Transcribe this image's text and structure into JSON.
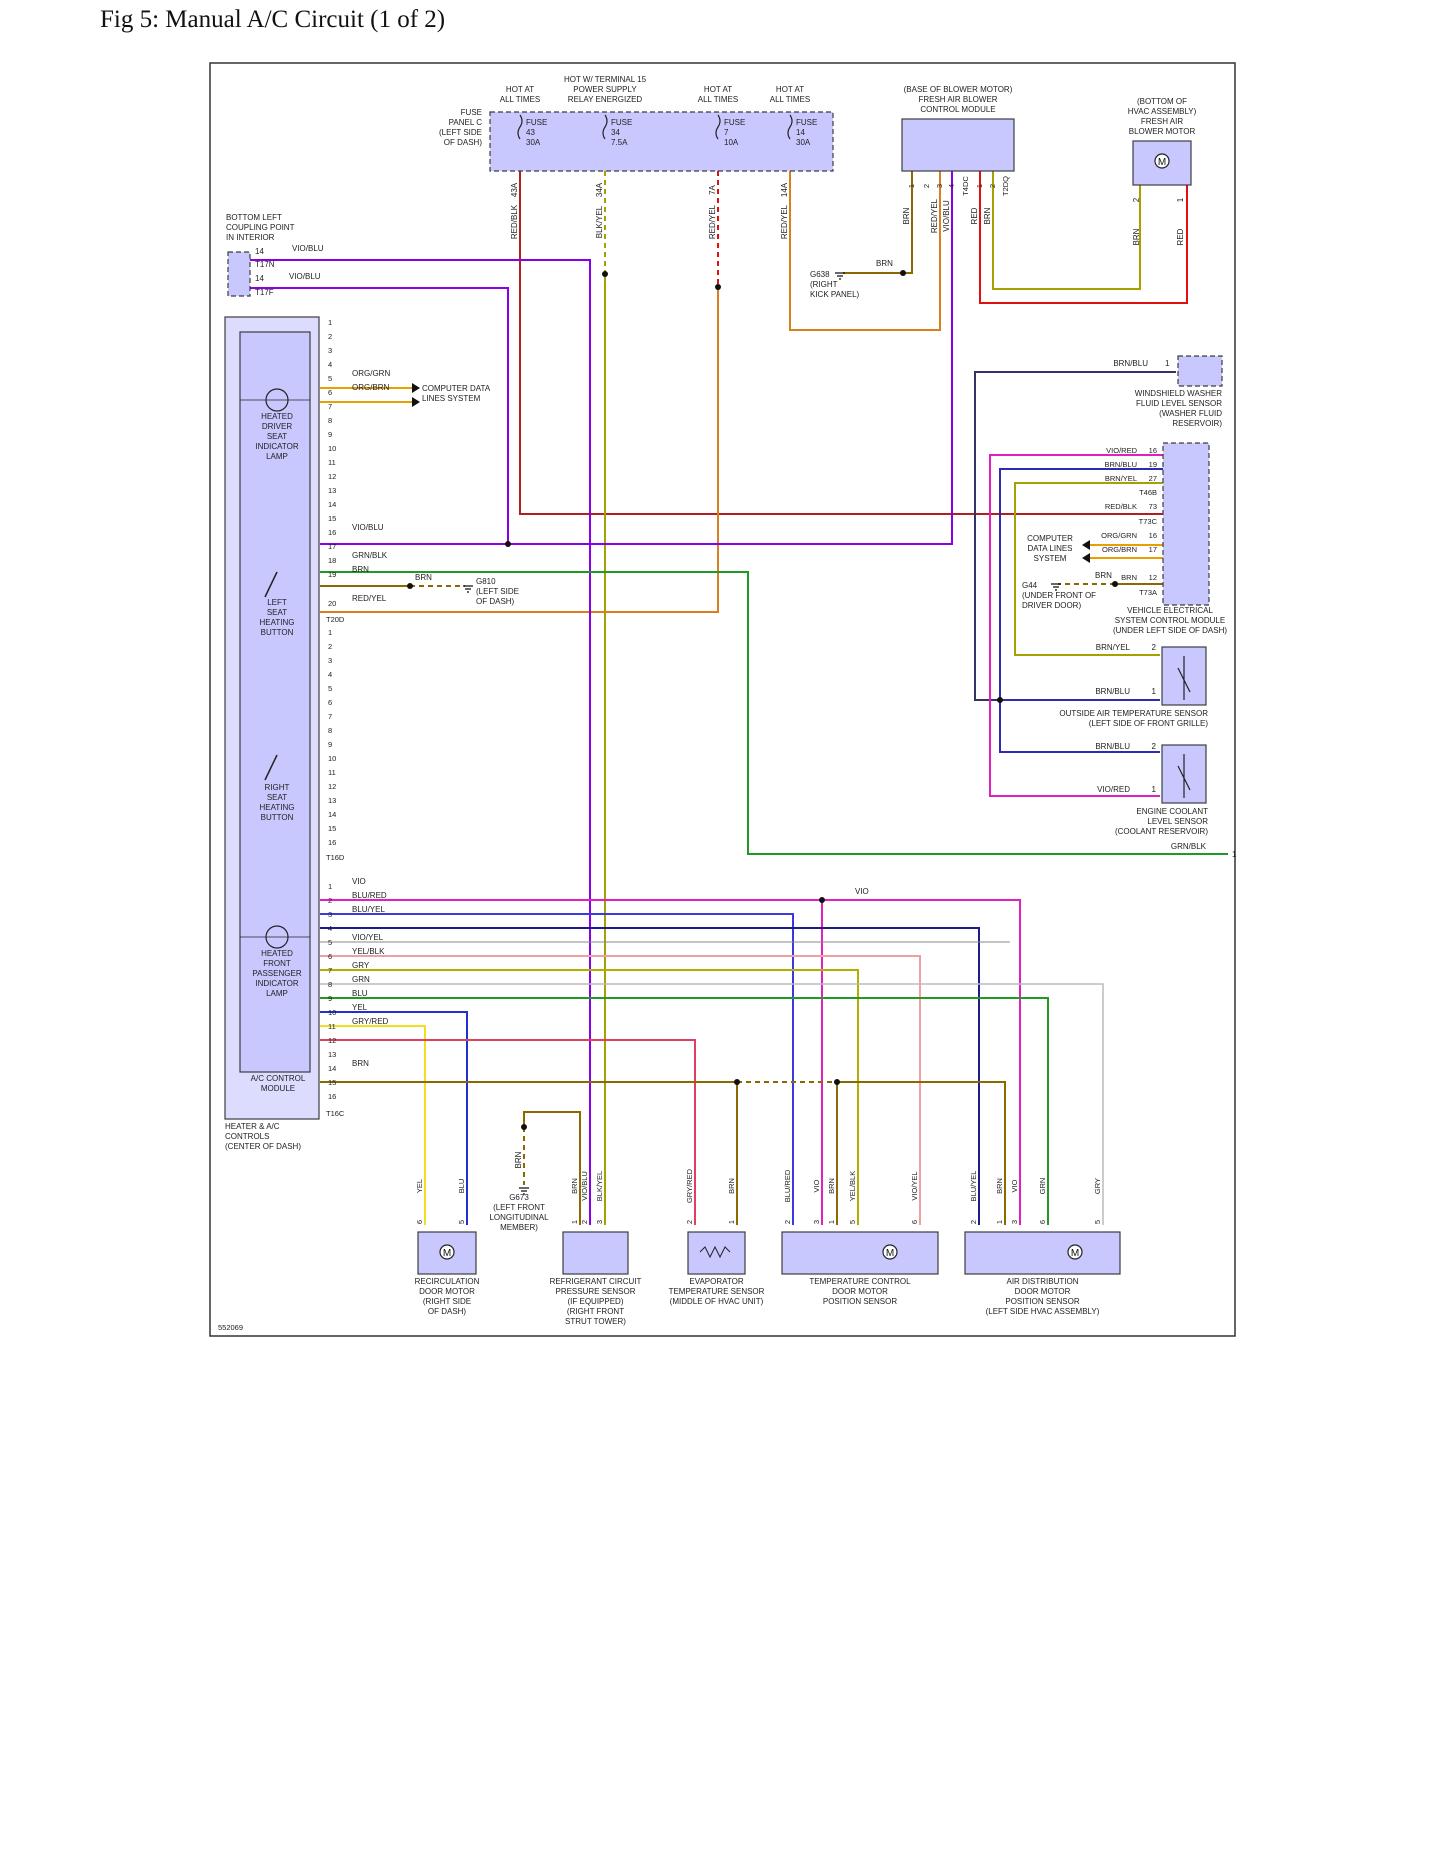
{
  "page": {
    "title": "Fig 5: Manual A/C Circuit (1 of 2)"
  },
  "diagram": {
    "figure_id": "552069",
    "colors": {
      "component_fill": "#c8c8ff",
      "component_stroke": "#3c3c3c",
      "VIO": "#8a00e6",
      "BLU": "#1f2fd0",
      "RED": "#e01010",
      "BRN": "#8a6a00",
      "ORG": "#e8a000",
      "GRN": "#229922",
      "YEL": "#f0e020",
      "GRY": "#bbbbbb",
      "PNK": "#e020c0",
      "DARKRED": "#b02020",
      "OLIVE": "#a6a000"
    },
    "fuse_panel": {
      "label": [
        "FUSE",
        "PANEL C",
        "(LEFT SIDE",
        "OF DASH)"
      ],
      "headers": [
        [
          "HOT AT",
          "ALL TIMES"
        ],
        [
          "HOT W/ TERMINAL 15",
          "POWER SUPPLY",
          "RELAY ENERGIZED"
        ],
        [
          "HOT AT",
          "ALL TIMES"
        ],
        [
          "HOT AT",
          "ALL TIMES"
        ]
      ],
      "fuses": [
        [
          "FUSE",
          "43",
          "30A"
        ],
        [
          "FUSE",
          "34",
          "7.5A"
        ],
        [
          "FUSE",
          "7",
          "10A"
        ],
        [
          "FUSE",
          "14",
          "30A"
        ]
      ],
      "pins": [
        "43A",
        "34A",
        "7A",
        "14A"
      ],
      "wires": [
        "RED/BLK",
        "BLK/YEL",
        "RED/YEL",
        "RED/YEL"
      ]
    },
    "blower_module": {
      "label": [
        "(BASE OF BLOWER MOTOR)",
        "FRESH AIR BLOWER",
        "CONTROL MODULE"
      ],
      "pins": [
        "1",
        "2",
        "3",
        "4",
        "T4DC",
        "1",
        "2",
        "T2DQ"
      ],
      "wires": [
        "BRN",
        "RED/YEL",
        "VIO/BLU",
        "RED",
        "BRN"
      ]
    },
    "blower_motor": {
      "label": [
        "(BOTTOM OF",
        "HVAC ASSEMBLY)",
        "FRESH AIR",
        "BLOWER MOTOR"
      ],
      "pins": [
        "2",
        "1"
      ],
      "wires": [
        "BRN",
        "RED"
      ]
    },
    "ground_g638": {
      "wire": "BRN",
      "label": [
        "G638",
        "(RIGHT",
        "KICK PANEL)"
      ]
    },
    "coupling": {
      "label": [
        "BOTTOM LEFT",
        "COUPLING POINT",
        "IN INTERIOR"
      ],
      "pins": [
        "14",
        "14"
      ],
      "connectors": [
        "T17N",
        "T17F"
      ],
      "wires": [
        "VIO/BLU",
        "VIO/BLU"
      ]
    },
    "module": {
      "label": [
        "A/C CONTROL",
        "MODULE"
      ],
      "outer_label": [
        "HEATER & A/C",
        "CONTROLS",
        "(CENTER OF DASH)"
      ],
      "sub_components": [
        [
          "HEATED",
          "DRIVER",
          "SEAT",
          "INDICATOR",
          "LAMP"
        ],
        [
          "LEFT",
          "SEAT",
          "HEATING",
          "BUTTON"
        ],
        [
          "RIGHT",
          "SEAT",
          "HEATING",
          "BUTTON"
        ],
        [
          "HEATED",
          "FRONT",
          "PASSENGER",
          "INDICATOR",
          "LAMP"
        ]
      ],
      "connectors": [
        "T20D",
        "T16D",
        "T16C"
      ],
      "pins_a": [
        "1",
        "2",
        "3",
        "4",
        "5",
        "6",
        "7",
        "8",
        "9",
        "10",
        "11",
        "12",
        "13",
        "14",
        "15",
        "16",
        "17",
        "18",
        "19",
        "20"
      ],
      "pins_b": [
        "1",
        "2",
        "3",
        "4",
        "5",
        "6",
        "7",
        "8",
        "9",
        "10",
        "11",
        "12",
        "13",
        "14",
        "15",
        "16"
      ],
      "pins_c": [
        "1",
        "2",
        "3",
        "4",
        "5",
        "6",
        "7",
        "8",
        "9",
        "10",
        "11",
        "12",
        "13",
        "14",
        "15",
        "16"
      ],
      "wires_a": {
        "5": "ORG/GRN",
        "6": "ORG/BRN",
        "16": "VIO/BLU",
        "18": "GRN/BLK",
        "19": "BRN",
        "20": "RED/YEL"
      },
      "wires_c": {
        "1": "VIO",
        "2": "BLU/RED",
        "3": "BLU/YEL",
        "5": "VIO/YEL",
        "6": "YEL/BLK",
        "7": "GRY",
        "8": "GRN",
        "9": "BLU",
        "10": "YEL",
        "11": "GRY/RED",
        "14": "BRN"
      }
    },
    "computer_data_lines": [
      "COMPUTER DATA",
      "LINES SYSTEM"
    ],
    "ground_g810": {
      "wire": "BRN",
      "label": [
        "G810",
        "(LEFT SIDE",
        "OF DASH)"
      ]
    },
    "washer_sensor": {
      "label": [
        "WINDSHIELD WASHER",
        "FLUID LEVEL SENSOR",
        "(WASHER FLUID",
        "RESERVOIR)"
      ],
      "pin": "1",
      "wire": "BRN/BLU"
    },
    "vesc": {
      "label": [
        "VEHICLE ELECTRICAL",
        "SYSTEM CONTROL MODULE",
        "(UNDER LEFT SIDE OF DASH)"
      ],
      "rows": [
        {
          "wire": "VIO/RED",
          "pin": "16"
        },
        {
          "wire": "BRN/BLU",
          "pin": "19"
        },
        {
          "wire": "BRN/YEL",
          "pin": "27"
        },
        {
          "wire": "",
          "pin": "T46B"
        },
        {
          "wire": "RED/BLK",
          "pin": "73"
        },
        {
          "wire": "",
          "pin": "T73C"
        },
        {
          "wire": "ORG/GRN",
          "pin": "16"
        },
        {
          "wire": "ORG/BRN",
          "pin": "17"
        },
        {
          "wire": "BRN",
          "pin": "12"
        },
        {
          "wire": "",
          "pin": "T73A"
        }
      ],
      "data_lines": [
        "COMPUTER",
        "DATA LINES",
        "SYSTEM"
      ],
      "g44": {
        "wire": "BRN",
        "label": [
          "G44",
          "(UNDER FRONT OF",
          "DRIVER DOOR)"
        ]
      }
    },
    "oat_sensor": {
      "label": [
        "OUTSIDE AIR TEMPERATURE SENSOR",
        "(LEFT SIDE OF FRONT GRILLE)"
      ],
      "rows": [
        {
          "wire": "BRN/YEL",
          "pin": "2"
        },
        {
          "wire": "BRN/BLU",
          "pin": "1"
        }
      ]
    },
    "coolant_sensor": {
      "label": [
        "ENGINE COOLANT",
        "LEVEL SENSOR",
        "(COOLANT RESERVOIR)"
      ],
      "rows": [
        {
          "wire": "BRN/BLU",
          "pin": "2"
        },
        {
          "wire": "VIO/RED",
          "pin": "1"
        }
      ]
    },
    "grn_blk_exit": {
      "wire": "GRN/BLK",
      "ref": "1"
    },
    "vio_splice_label": "VIO",
    "ground_g673": {
      "wire": "BRN",
      "label": [
        "G673",
        "(LEFT FRONT",
        "LONGITUDINAL",
        "MEMBER)"
      ]
    },
    "bottom_components": [
      {
        "name": "recirculation",
        "label": [
          "RECIRCULATION",
          "DOOR MOTOR",
          "(RIGHT SIDE",
          "OF DASH)"
        ],
        "pins": [
          "6",
          "5"
        ],
        "wires": [
          "YEL",
          "BLU"
        ]
      },
      {
        "name": "pressure",
        "label": [
          "REFRIGERANT CIRCUIT",
          "PRESSURE SENSOR",
          "(IF EQUIPPED)",
          "(RIGHT FRONT",
          "STRUT TOWER)"
        ],
        "pins": [
          "1",
          "2",
          "3"
        ],
        "wires": [
          "BRN",
          "VIO/BLU",
          "BLK/YEL"
        ]
      },
      {
        "name": "evaporator",
        "label": [
          "EVAPORATOR",
          "TEMPERATURE SENSOR",
          "(MIDDLE OF HVAC UNIT)"
        ],
        "pins": [
          "2",
          "1"
        ],
        "wires": [
          "GRY/RED",
          "BRN"
        ]
      },
      {
        "name": "temperature",
        "label": [
          "TEMPERATURE CONTROL",
          "DOOR MOTOR",
          "POSITION SENSOR"
        ],
        "pins": [
          "2",
          "3",
          "1",
          "5",
          "6"
        ],
        "wires": [
          "BLU/RED",
          "VIO",
          "BRN",
          "YEL/BLK",
          "VIO/YEL"
        ]
      },
      {
        "name": "air_distribution",
        "label": [
          "AIR DISTRIBUTION",
          "DOOR MOTOR",
          "POSITION SENSOR",
          "(LEFT SIDE HVAC ASSEMBLY)"
        ],
        "pins": [
          "2",
          "1",
          "3",
          "6",
          "5"
        ],
        "wires": [
          "BLU/YEL",
          "BRN",
          "VIO",
          "GRN",
          "GRY"
        ]
      }
    ]
  }
}
